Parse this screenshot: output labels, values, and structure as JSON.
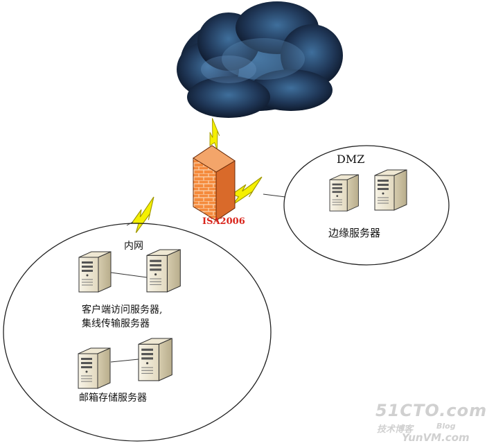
{
  "firewall": {
    "label": "ISA2006",
    "label_color": "#d9241b"
  },
  "dmz": {
    "title": "DMZ",
    "server_group_label": "边缘服务器"
  },
  "intranet": {
    "title": "内网",
    "group1_label_line1": "客户端访问服务器,",
    "group1_label_line2": "集线传输服务器",
    "group2_label": "邮箱存储服务器"
  },
  "watermark": {
    "line1": "51CTO.com",
    "line2": "技术博客",
    "line3": "Blog",
    "line4": "YunVM.com"
  },
  "colors": {
    "cloud": "#16263f",
    "bolt": "#f2f000",
    "server": "#f0ead8"
  }
}
